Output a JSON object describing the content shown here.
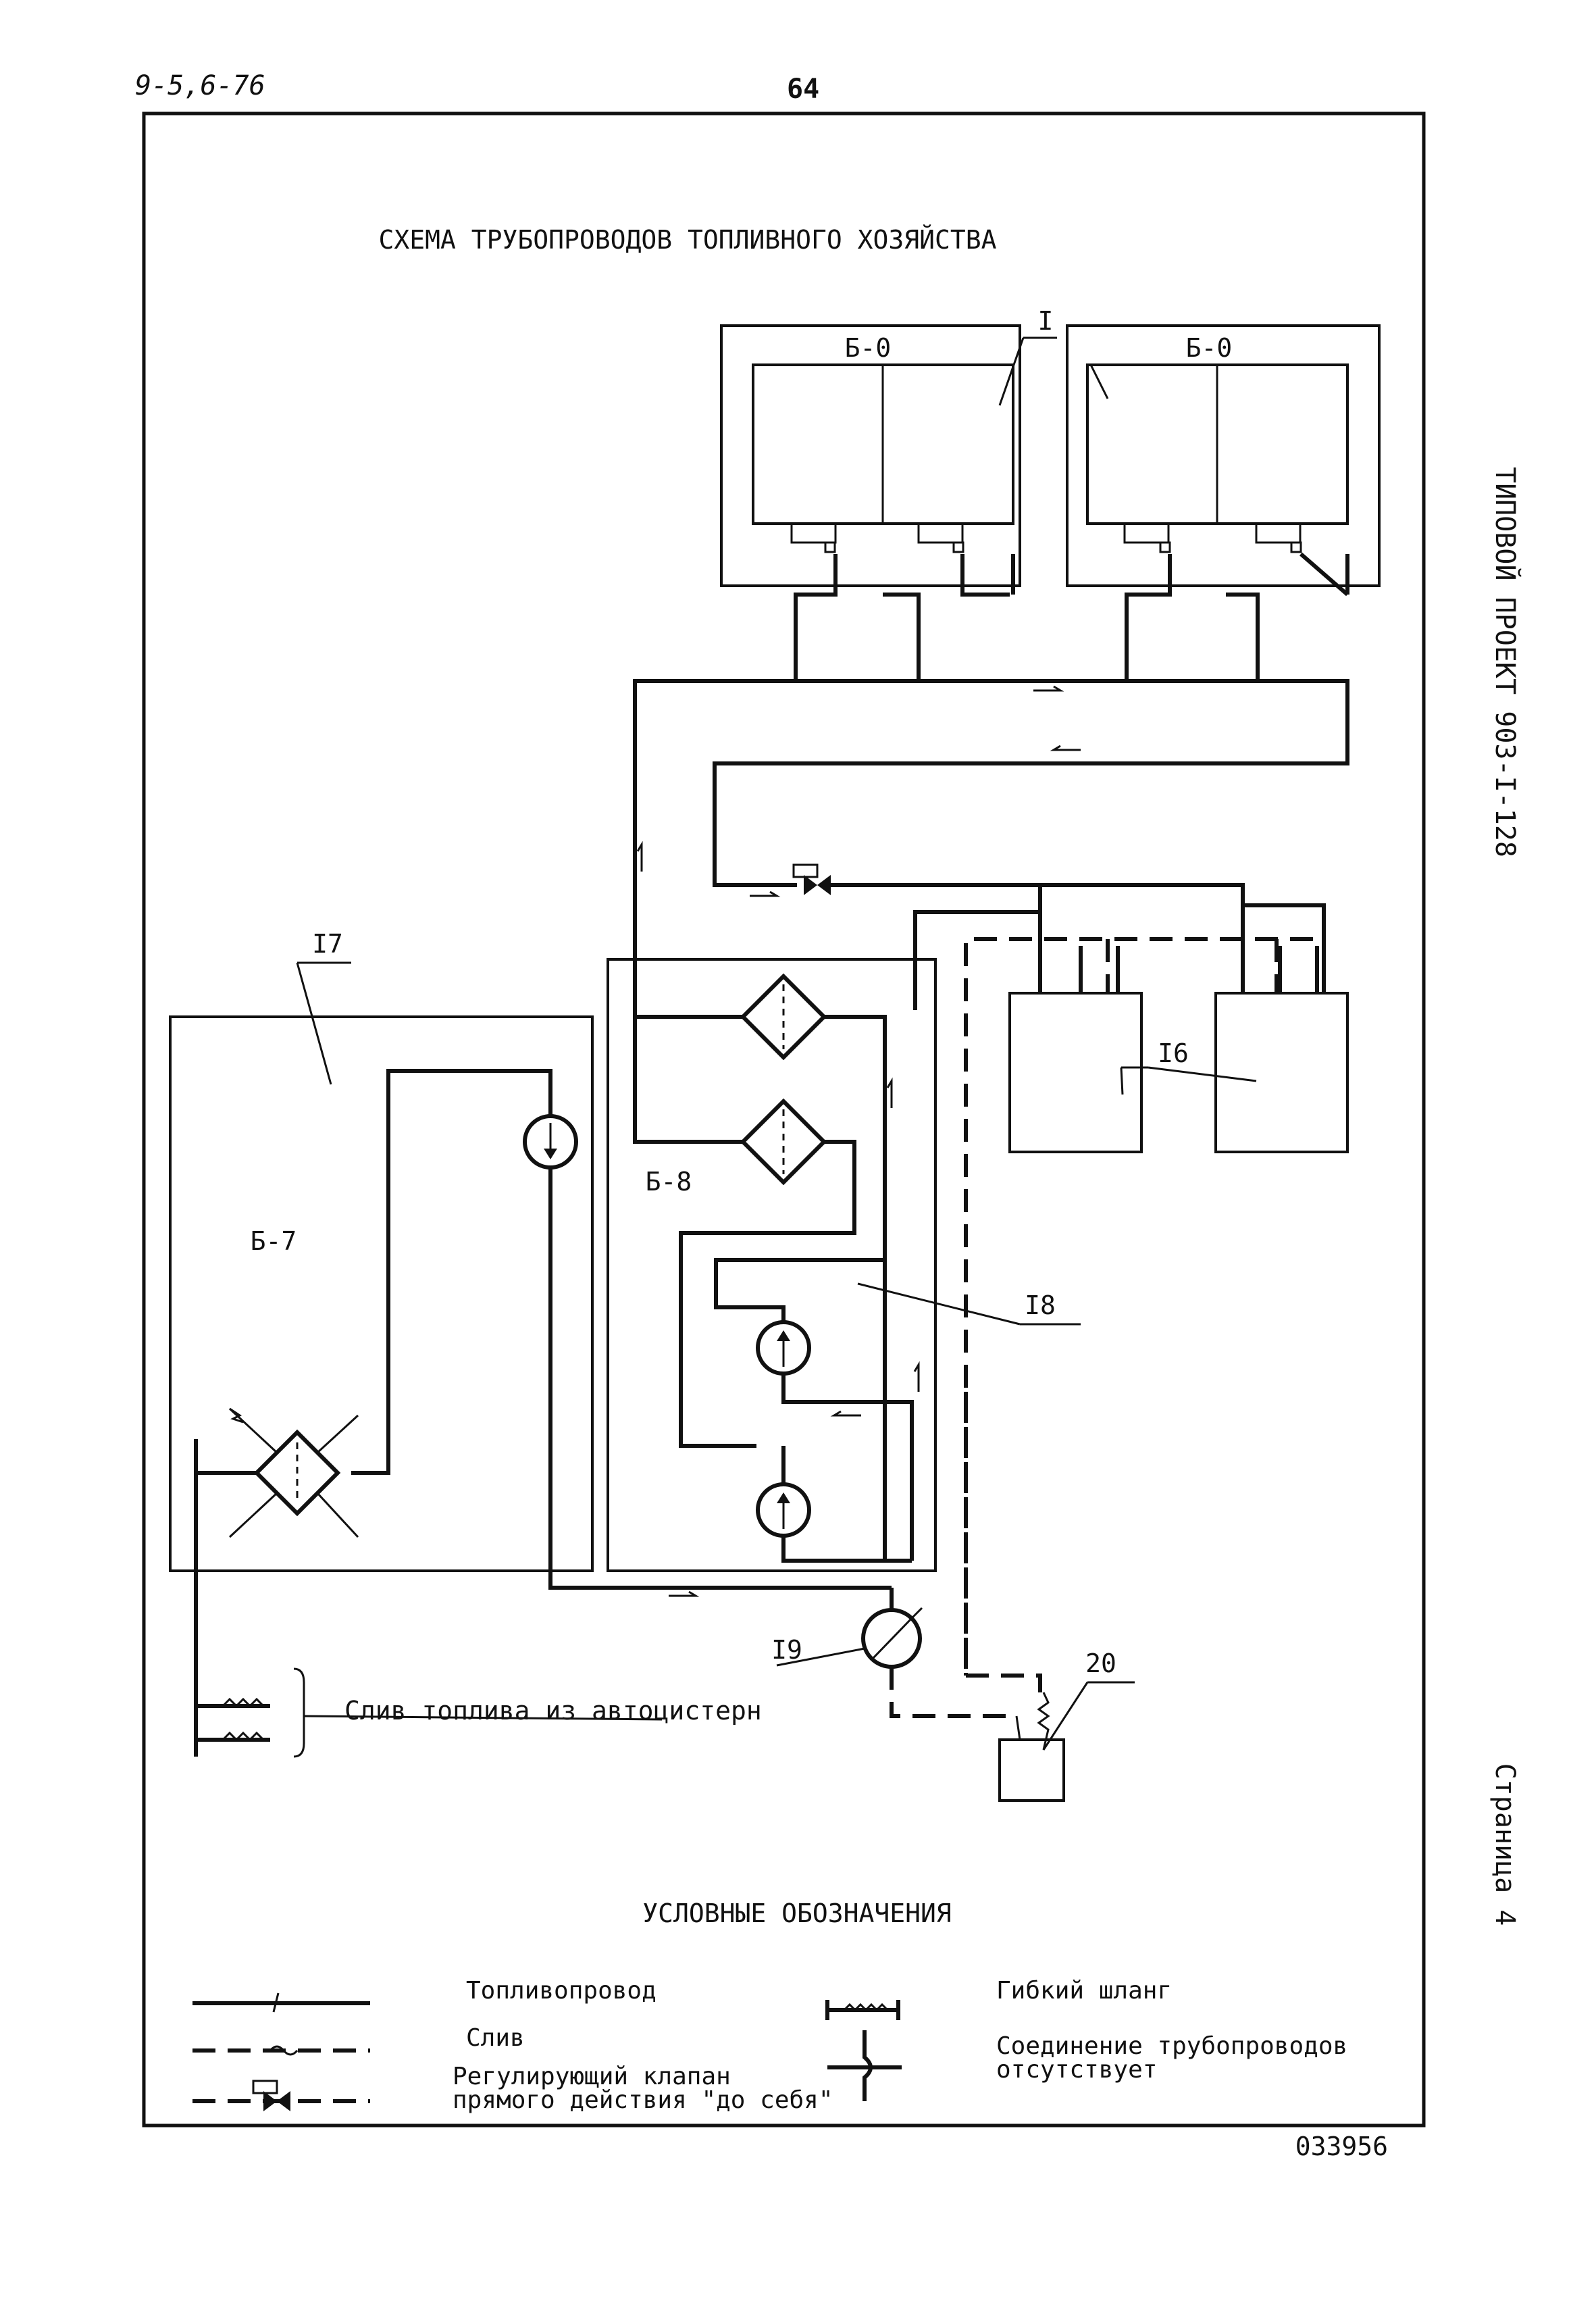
{
  "header": {
    "doc_code": "9-5,6-76",
    "page_number": "64"
  },
  "title": "СХЕМА ТРУБОПРОВОДОВ ТОПЛИВНОГО ХОЗЯЙСТВА",
  "side_text": {
    "project": "ТИПОВОЙ ПРОЕКТ 903-I-128",
    "page": "Страница 4"
  },
  "blocks": {
    "b0_left": "Б-0",
    "b0_right": "Б-0",
    "b7": "Б-7",
    "b8": "Б-8"
  },
  "callouts": {
    "c1": "I",
    "c16": "I6",
    "c17": "I7",
    "c18": "I8",
    "c19": "I9",
    "c20": "20"
  },
  "fuel_drain_label": "Слив топлива из автоцистерн",
  "legend": {
    "title": "УСЛОВНЫЕ ОБОЗНАЧЕНИЯ",
    "items": [
      {
        "label": "Топливопровод"
      },
      {
        "label": "Слив"
      },
      {
        "label_line1": "Регулирующий клапан",
        "label_line2": "прямого действия \"до себя\""
      },
      {
        "label": "Гибкий шланг"
      },
      {
        "label_line1": "Соединение трубопроводов",
        "label_line2": "отсутствует"
      }
    ]
  },
  "footer": {
    "code": "033956"
  }
}
